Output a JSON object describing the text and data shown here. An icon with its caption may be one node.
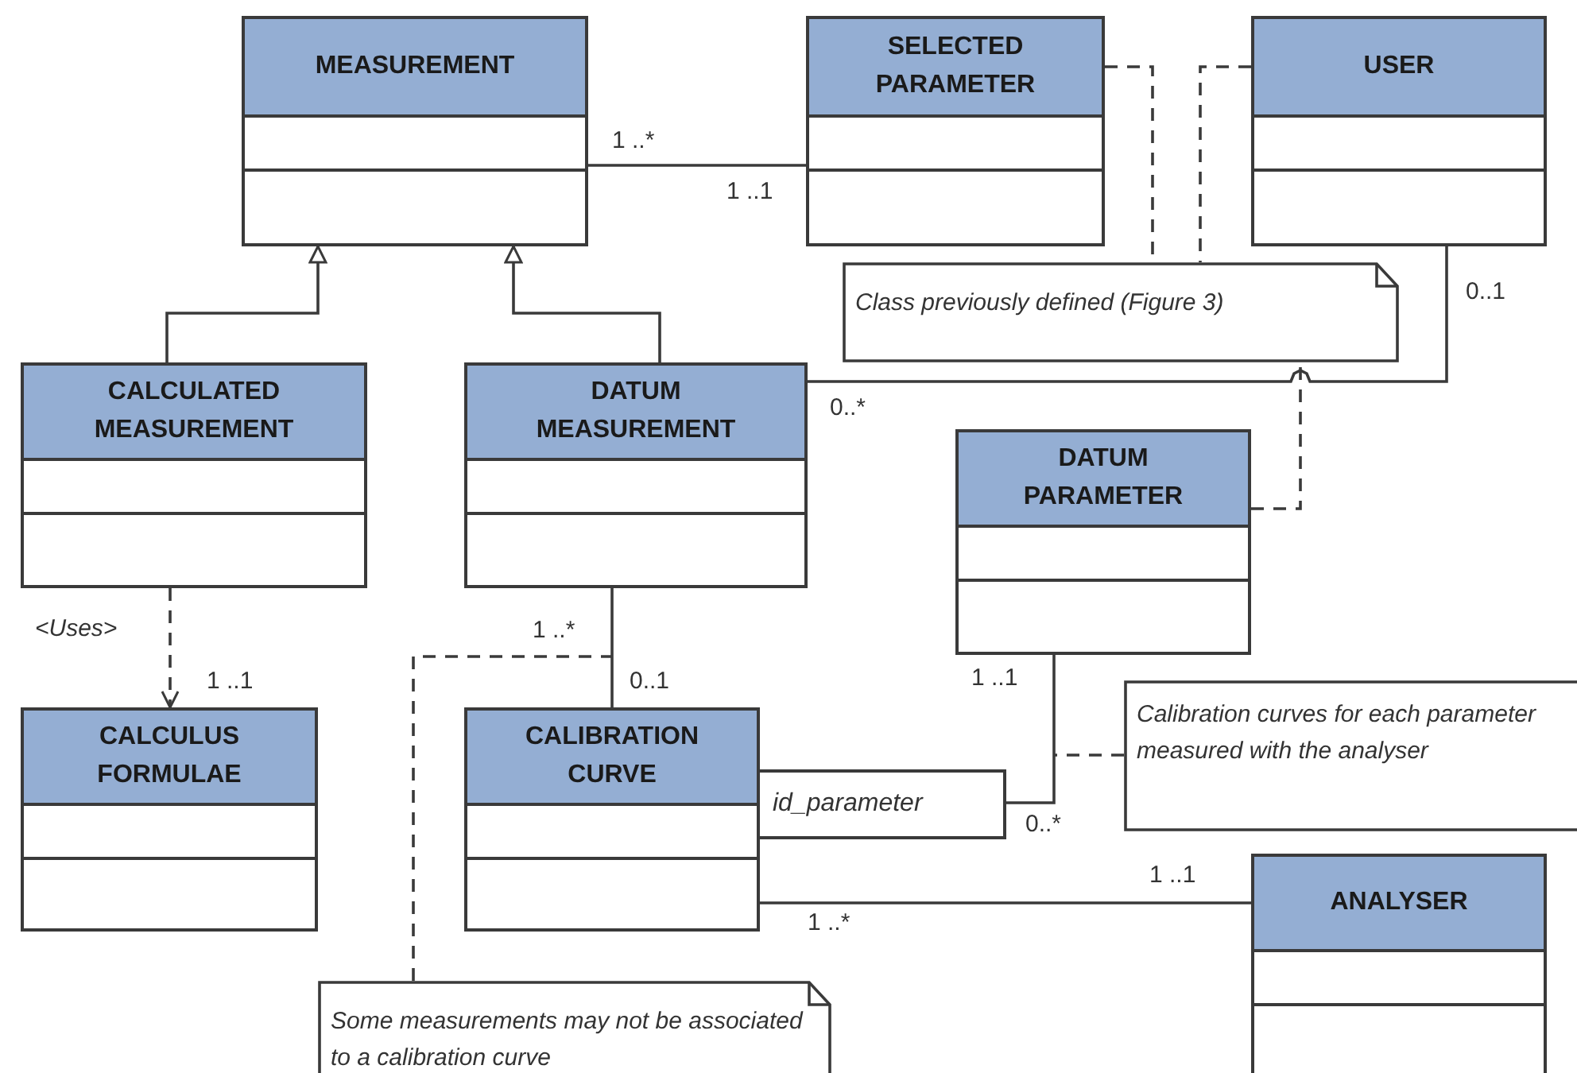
{
  "diagram": {
    "nodes": [
      {
        "text": [
          "MEASUREMENT"
        ]
      },
      {
        "text": [
          "SELECTED PARAMETER"
        ]
      },
      {
        "text": [
          "USER"
        ]
      },
      {
        "text": [
          "Class previously defined (Figure 3)"
        ]
      },
      {
        "text": [
          "CALCULATED MEASUREMENT"
        ]
      },
      {
        "text": [
          "DATUM MEASUREMENT"
        ]
      },
      {
        "text": [
          "DATUM PARAMETER"
        ]
      },
      {
        "text": [
          "CALCULUS FORMULAE"
        ]
      },
      {
        "text": [
          "CALIBRATION CURVE"
        ]
      },
      {
        "text": [
          "id_parameter"
        ]
      },
      {
        "text": [
          "Calibration curves for each parameter measured with the analyser"
        ]
      },
      {
        "text": [
          "ANALYSER"
        ]
      },
      {
        "text": [
          "Some measurements may not be associated to a calibration curve"
        ]
      }
    ],
    "edges": [
      {
        "from": 0,
        "to": 1,
        "arrow": "none"
      },
      {
        "from": 4,
        "to": 0,
        "arrow": "to"
      },
      {
        "from": 5,
        "to": 0,
        "arrow": "to"
      },
      {
        "from": 1,
        "to": 3,
        "arrow": "none",
        "style": "dashed"
      },
      {
        "from": 2,
        "to": 3,
        "arrow": "none",
        "style": "dashed"
      },
      {
        "from": 5,
        "to": 2,
        "arrow": "none"
      },
      {
        "from": 6,
        "to": 3,
        "arrow": "none",
        "style": "dashed"
      },
      {
        "from": 4,
        "to": 7,
        "arrow": "to",
        "style": "dashed",
        "label": "<Uses>"
      },
      {
        "from": 5,
        "to": 8,
        "arrow": "none"
      },
      {
        "from": 12,
        "to": null,
        "arrow": "none",
        "style": "dashed"
      },
      {
        "from": 9,
        "to": 6,
        "arrow": "none"
      },
      {
        "from": 10,
        "to": null,
        "arrow": "none",
        "style": "dashed"
      },
      {
        "from": 8,
        "to": 11,
        "arrow": "none"
      }
    ],
    "labels": [
      "1 ..*",
      "1 ..1",
      "0..1",
      "0..*",
      "1 ..*",
      "1 ..1",
      "0..1",
      "1 ..1",
      "0..*",
      "1 ..1",
      "1 ..*"
    ]
  }
}
